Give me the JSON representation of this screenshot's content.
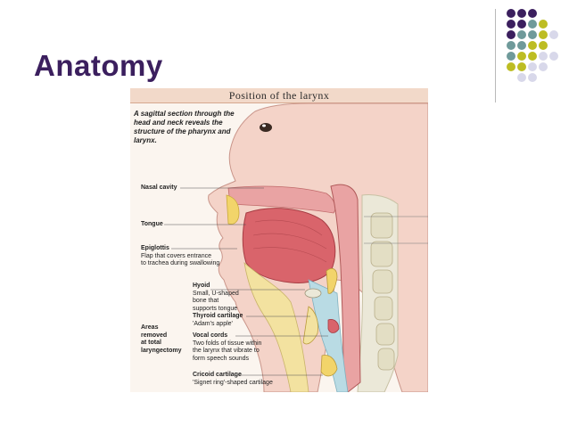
{
  "slide": {
    "title": "Anatomy"
  },
  "decor": {
    "dot_colors": [
      "#3b1f5e",
      "#6f9a9a",
      "#bdbd23",
      "#d8d8ea"
    ]
  },
  "figure": {
    "title": "Position of the larynx",
    "intro": "A sagittal section through the head and neck reveals the structure of the pharynx and larynx.",
    "labels": {
      "nasal_cavity": "Nasal cavity",
      "tongue": "Tongue",
      "epiglottis": "Epiglottis",
      "epiglottis_desc1": "Flap that covers entrance",
      "epiglottis_desc2": "to trachea during swallowing",
      "hyoid": "Hyoid",
      "hyoid_desc1": "Small, U-shaped",
      "hyoid_desc2": "bone that",
      "hyoid_desc3": "supports tongue",
      "thyroid": "Thyroid cartilage",
      "thyroid_desc": "'Adam's apple'",
      "areas1": "Areas",
      "areas2": "removed",
      "areas3": "at total",
      "areas4": "laryngectomy",
      "vocal": "Vocal cords",
      "vocal_desc1": "Two folds of tissue within",
      "vocal_desc2": "the larynx that vibrate to",
      "vocal_desc3": "form speech sounds",
      "cricoid": "Cricoid cartilage",
      "cricoid_desc": "'Signet ring'-shaped cartilage"
    },
    "colors": {
      "muscle": "#d9646b",
      "tissue": "#e9a3a3",
      "skin": "#f4d3c8",
      "bone": "#ebe8d8",
      "cartilage": "#f2d46a",
      "airway": "#b9dbe4",
      "leader": "#555555"
    }
  }
}
